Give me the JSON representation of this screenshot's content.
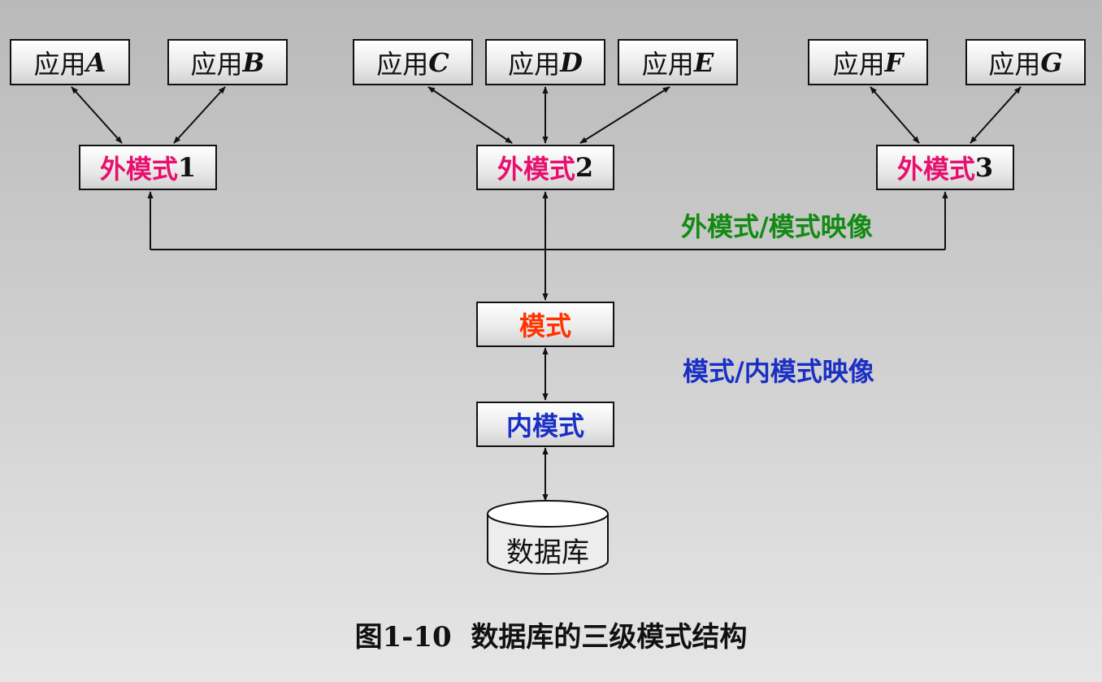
{
  "applications": [
    {
      "prefix": "应用",
      "letter": "A"
    },
    {
      "prefix": "应用",
      "letter": "B"
    },
    {
      "prefix": "应用",
      "letter": "C"
    },
    {
      "prefix": "应用",
      "letter": "D"
    },
    {
      "prefix": "应用",
      "letter": "E"
    },
    {
      "prefix": "应用",
      "letter": "F"
    },
    {
      "prefix": "应用",
      "letter": "G"
    }
  ],
  "external_schemas": [
    {
      "label": "外模式",
      "number": "1"
    },
    {
      "label": "外模式",
      "number": "2"
    },
    {
      "label": "外模式",
      "number": "3"
    }
  ],
  "schema": {
    "label": "模式"
  },
  "internal_schema": {
    "label": "内模式"
  },
  "database": {
    "label": "数据库"
  },
  "mappings": {
    "external_schema": "外模式/模式映像",
    "schema_internal": "模式/内模式映像"
  },
  "caption": {
    "number": "图1-10",
    "title": "数据库的三级模式结构"
  },
  "colors": {
    "external_schema_text": "#e8106e",
    "schema_text": "#ff3300",
    "internal_schema_text": "#1a2fc4",
    "mapping_external_text": "#138a13",
    "mapping_internal_text": "#1a2fc4",
    "line": "#111111"
  }
}
